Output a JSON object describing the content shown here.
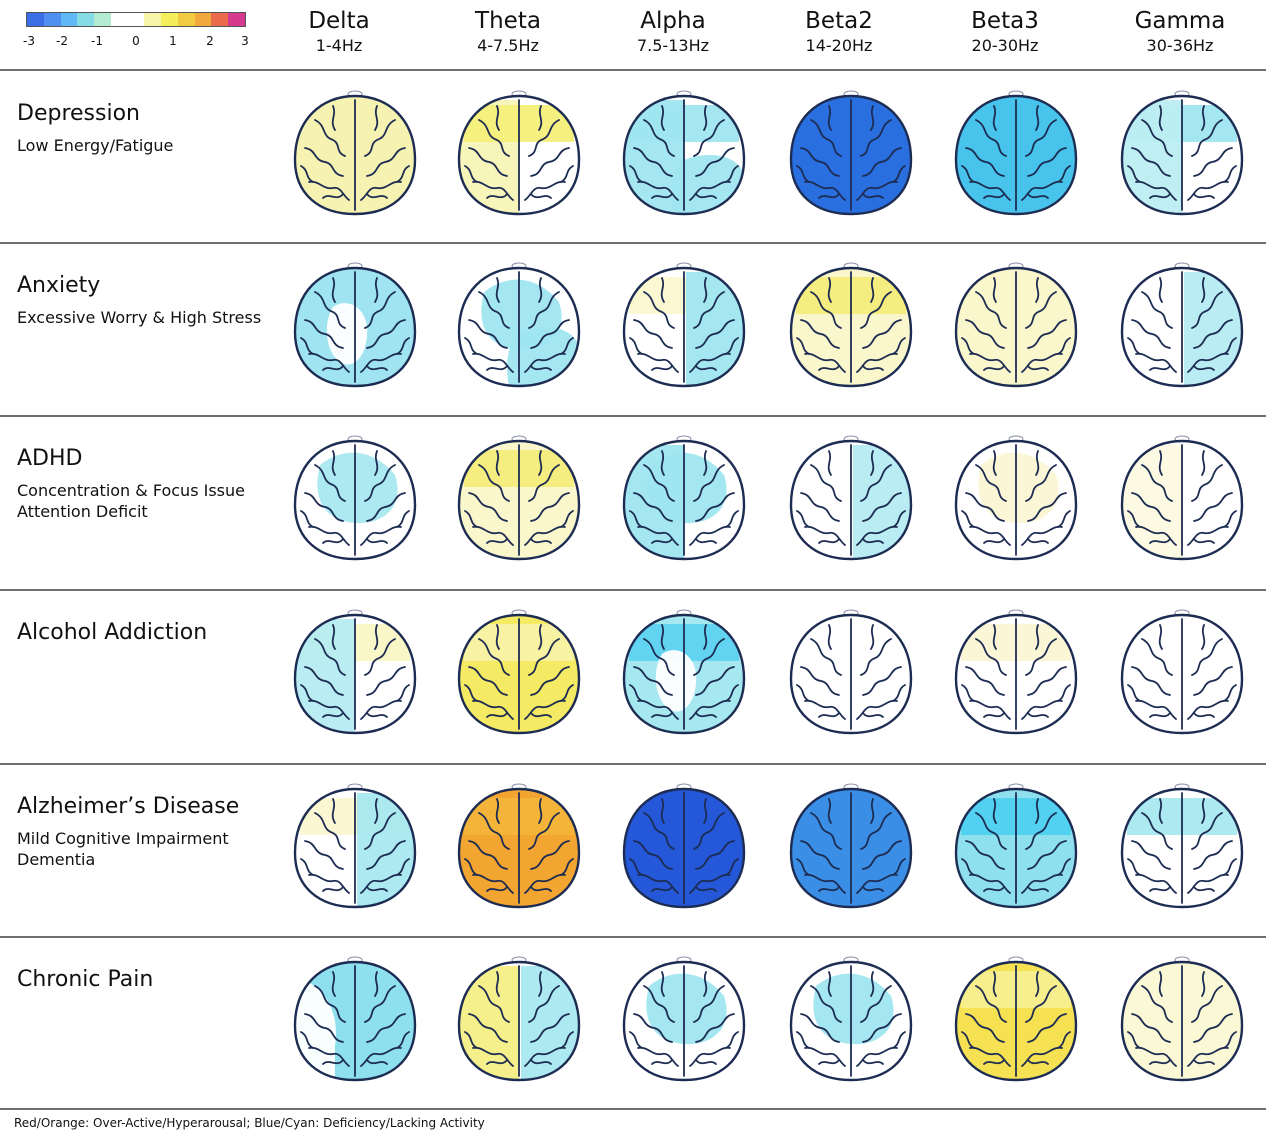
{
  "legend": {
    "ticks": [
      "-3",
      "-2",
      "-1",
      "0",
      "1",
      "2",
      "3"
    ],
    "colors": [
      "#3b6ee6",
      "#4e8ff0",
      "#60b8f4",
      "#86dbe6",
      "#b3ecd0",
      "#ffffff",
      "#ffffff",
      "#f7f5a8",
      "#f4ee5a",
      "#f2cc40",
      "#f2a93c",
      "#ea6a4c",
      "#d63a8e"
    ]
  },
  "bands": [
    {
      "name": "Delta",
      "range": "1-4Hz"
    },
    {
      "name": "Theta",
      "range": "4-7.5Hz"
    },
    {
      "name": "Alpha",
      "range": "7.5-13Hz"
    },
    {
      "name": "Beta2",
      "range": "14-20Hz"
    },
    {
      "name": "Beta3",
      "range": "20-30Hz"
    },
    {
      "name": "Gamma",
      "range": "30-36Hz"
    }
  ],
  "rows": [
    {
      "title": "Depression",
      "subtitle": [
        "Low Energy/Fatigue"
      ],
      "maps": [
        {
          "base": "#f6f3b2",
          "blobs": []
        },
        {
          "base": "#ffffff",
          "blobs": [
            {
              "shape": "left",
              "color": "#f8f4b6"
            },
            {
              "shape": "front",
              "color": "#f6ef7a"
            }
          ]
        },
        {
          "base": "#ffffff",
          "blobs": [
            {
              "shape": "left",
              "color": "#9fe6f0"
            },
            {
              "shape": "front",
              "color": "#9fe6f0"
            },
            {
              "shape": "rightback",
              "color": "#9fe6f0"
            }
          ]
        },
        {
          "base": "#2a6fe0",
          "blobs": []
        },
        {
          "base": "#48c4ec",
          "blobs": []
        },
        {
          "base": "#ffffff",
          "blobs": [
            {
              "shape": "front",
              "color": "#9fe6f0"
            },
            {
              "shape": "left",
              "color": "#bdeef2"
            }
          ]
        }
      ]
    },
    {
      "title": "Anxiety",
      "subtitle": [
        "Excessive Worry & High Stress"
      ],
      "maps": [
        {
          "base": "#9fe4f0",
          "blobs": [
            {
              "shape": "centerwhite",
              "color": "#ffffff"
            }
          ]
        },
        {
          "base": "#ffffff",
          "blobs": [
            {
              "shape": "mid",
              "color": "#9fe6f0"
            },
            {
              "shape": "rightback",
              "color": "#9fe6f0"
            }
          ]
        },
        {
          "base": "#ffffff",
          "blobs": [
            {
              "shape": "front",
              "color": "#fbf8d0"
            },
            {
              "shape": "right",
              "color": "#9fe6f0"
            }
          ]
        },
        {
          "base": "#fbf7cc",
          "blobs": [
            {
              "shape": "front",
              "color": "#f4ec7a"
            }
          ]
        },
        {
          "base": "#fbf7cc",
          "blobs": []
        },
        {
          "base": "#ffffff",
          "blobs": [
            {
              "shape": "right",
              "color": "#b6ecf2"
            }
          ]
        }
      ]
    },
    {
      "title": "ADHD",
      "subtitle": [
        "Concentration & Focus Issue",
        "Attention Deficit"
      ],
      "maps": [
        {
          "base": "#ffffff",
          "blobs": [
            {
              "shape": "mid",
              "color": "#a8e8f0"
            }
          ]
        },
        {
          "base": "#fbf7cc",
          "blobs": [
            {
              "shape": "front",
              "color": "#f4ec7a"
            }
          ]
        },
        {
          "base": "#ffffff",
          "blobs": [
            {
              "shape": "mid",
              "color": "#9fe6f0"
            },
            {
              "shape": "left",
              "color": "#9fe6f0"
            }
          ]
        },
        {
          "base": "#ffffff",
          "blobs": [
            {
              "shape": "right",
              "color": "#b6ecf2"
            }
          ]
        },
        {
          "base": "#ffffff",
          "blobs": [
            {
              "shape": "mid",
              "color": "#fbf7d4"
            }
          ]
        },
        {
          "base": "#ffffff",
          "blobs": [
            {
              "shape": "left",
              "color": "#fcfae0"
            }
          ]
        }
      ]
    },
    {
      "title": "Alcohol Addiction",
      "subtitle": [],
      "maps": [
        {
          "base": "#ffffff",
          "blobs": [
            {
              "shape": "front",
              "color": "#f9f6c4"
            },
            {
              "shape": "left",
              "color": "#b6ecf2"
            }
          ]
        },
        {
          "base": "#f4ea64",
          "blobs": [
            {
              "shape": "front",
              "color": "#f8f2a6"
            }
          ]
        },
        {
          "base": "#a6e8f0",
          "blobs": [
            {
              "shape": "front",
              "color": "#5ed2ef"
            },
            {
              "shape": "centerwhite",
              "color": "#ffffff"
            }
          ]
        },
        {
          "base": "#ffffff",
          "blobs": []
        },
        {
          "base": "#ffffff",
          "blobs": [
            {
              "shape": "front",
              "color": "#fbf7d4"
            }
          ]
        },
        {
          "base": "#ffffff",
          "blobs": []
        }
      ]
    },
    {
      "title": "Alzheimer’s Disease",
      "subtitle": [
        "Mild Cognitive Impairment",
        "Dementia"
      ],
      "maps": [
        {
          "base": "#ffffff",
          "blobs": [
            {
              "shape": "front",
              "color": "#fbf7d0"
            },
            {
              "shape": "right",
              "color": "#a8e8f0"
            }
          ]
        },
        {
          "base": "#f2a530",
          "blobs": [
            {
              "shape": "front",
              "color": "#f3b43a"
            }
          ]
        },
        {
          "base": "#2458d8",
          "blobs": []
        },
        {
          "base": "#3a8ee6",
          "blobs": []
        },
        {
          "base": "#8ee0ee",
          "blobs": [
            {
              "shape": "front",
              "color": "#4fd0ef"
            }
          ]
        },
        {
          "base": "#ffffff",
          "blobs": [
            {
              "shape": "front",
              "color": "#a8e8f0"
            }
          ]
        }
      ]
    },
    {
      "title": "Chronic Pain",
      "subtitle": [],
      "maps": [
        {
          "base": "#8fe0ee",
          "blobs": [
            {
              "shape": "leftback",
              "color": "#ffffff"
            }
          ]
        },
        {
          "base": "#ffffff",
          "blobs": [
            {
              "shape": "left",
              "color": "#f6ef86"
            },
            {
              "shape": "right",
              "color": "#a8e8f0"
            }
          ]
        },
        {
          "base": "#ffffff",
          "blobs": [
            {
              "shape": "mid",
              "color": "#9fe6f0"
            }
          ]
        },
        {
          "base": "#ffffff",
          "blobs": [
            {
              "shape": "mid",
              "color": "#9fe6f0"
            }
          ]
        },
        {
          "base": "#f5e152",
          "blobs": [
            {
              "shape": "front",
              "color": "#f7ef90"
            }
          ]
        },
        {
          "base": "#fbf8d6",
          "blobs": []
        }
      ]
    }
  ],
  "footer": "Red/Orange: Over-Active/Hyperarousal;     Blue/Cyan: Deficiency/Lacking Activity"
}
